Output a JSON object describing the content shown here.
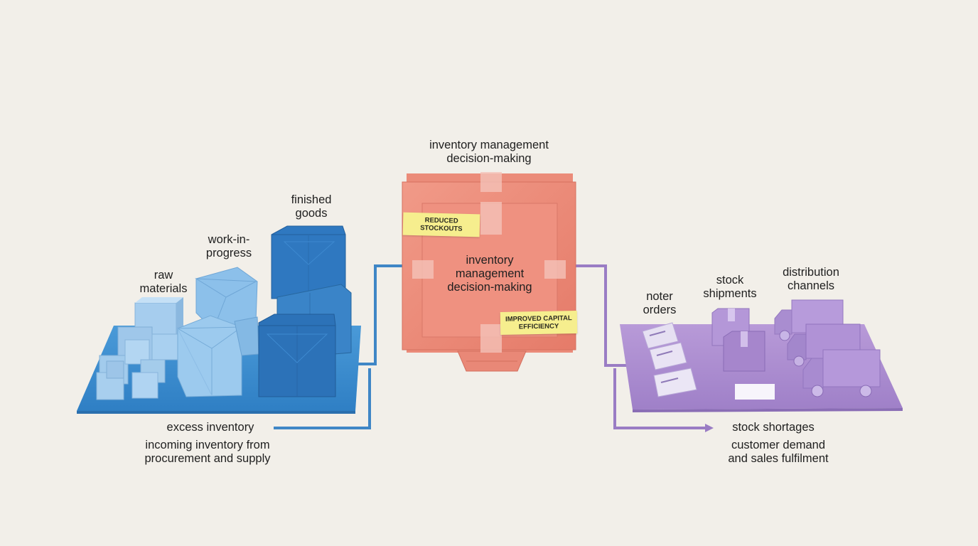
{
  "colors": {
    "background": "#f2efe9",
    "supply_blue": "#3a8cd0",
    "decision_coral": "#ee8877",
    "demand_purple": "#a98bd0",
    "sticky_note": "#f6ee8e"
  },
  "supply": {
    "raw_materials": "raw\nmaterials",
    "work_in_progress": "work-in-\nprogress",
    "finished_goods": "finished\ngoods",
    "excess_inventory": "excess inventory",
    "incoming": "incoming inventory from\nprocurement and supply"
  },
  "decision": {
    "title": "inventory management\ndecision-making",
    "center": "inventory\nmanagement\ndecision-making",
    "note_stockouts": "REDUCED\nSTOCKOUTS",
    "note_capital": "IMPROVED CAPITAL\nEFFICIENCY"
  },
  "demand": {
    "orders": "noter\norders",
    "shipments": "stock\nshipments",
    "channels": "distribution\nchannels",
    "shortages": "stock shortages",
    "customer": "customer demand\nand sales fulfilment"
  }
}
